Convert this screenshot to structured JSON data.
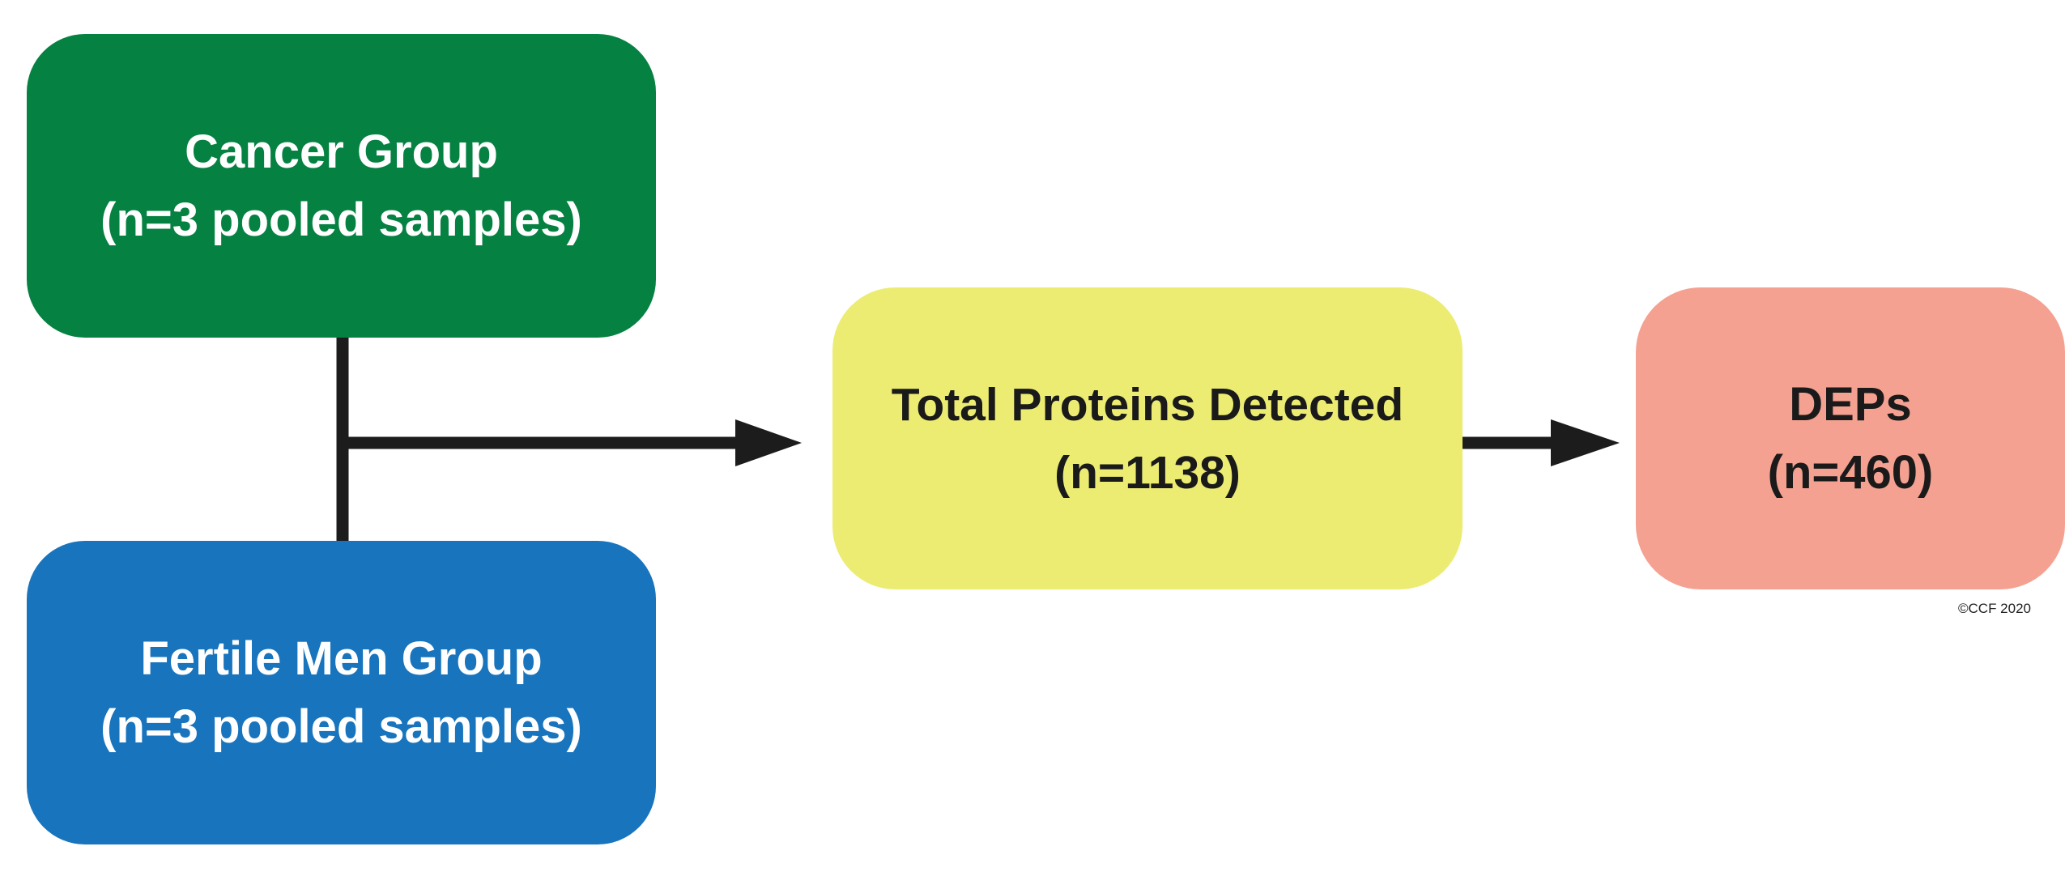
{
  "boxes": {
    "cancer_group": {
      "title": "Cancer Group",
      "subtitle": "(n=3 pooled samples)",
      "color": "#058141"
    },
    "fertile_men_group": {
      "title": "Fertile Men Group",
      "subtitle": "(n=3 pooled samples)",
      "color": "#1874bd"
    },
    "total_proteins": {
      "title": "Total Proteins Detected",
      "subtitle": "(n=1138)",
      "color": "#ecec73"
    },
    "deps": {
      "title": "DEPs",
      "subtitle": "(n=460)",
      "color": "#f4a191"
    }
  },
  "connector_color": "#1c1c1c",
  "copyright": "©CCF 2020"
}
